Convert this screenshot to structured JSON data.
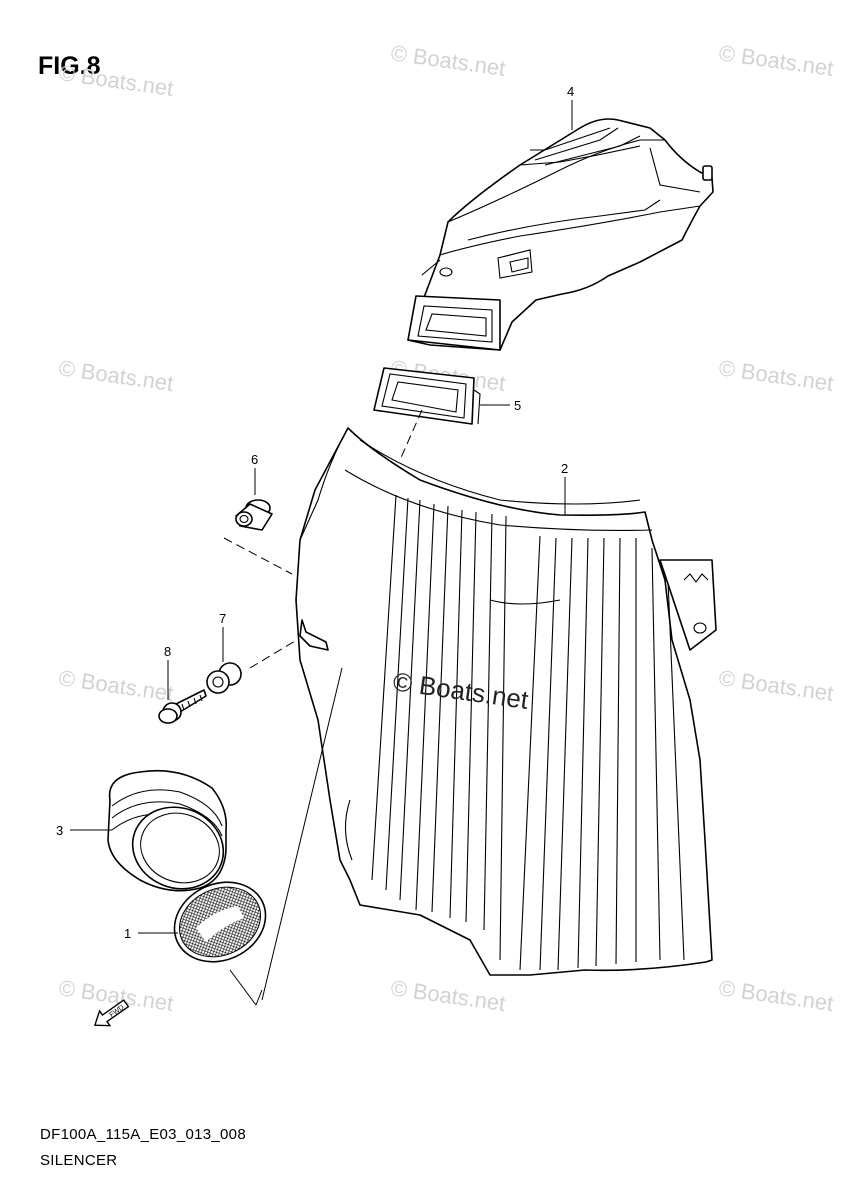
{
  "figure_label": "FIG.8",
  "footer": {
    "code": "DF100A_115A_E03_013_008",
    "name": "SILENCER"
  },
  "watermark": {
    "text": "© Boats.net",
    "center_text": "© Boats.net"
  },
  "callouts": [
    "1",
    "2",
    "3",
    "4",
    "5",
    "6",
    "7",
    "8"
  ],
  "fwd_arrow": {
    "label": "FWD",
    "icon": "fwd-arrow-icon"
  },
  "colors": {
    "line": "#000000",
    "watermark": "#d2d2d2",
    "background": "#ffffff"
  }
}
